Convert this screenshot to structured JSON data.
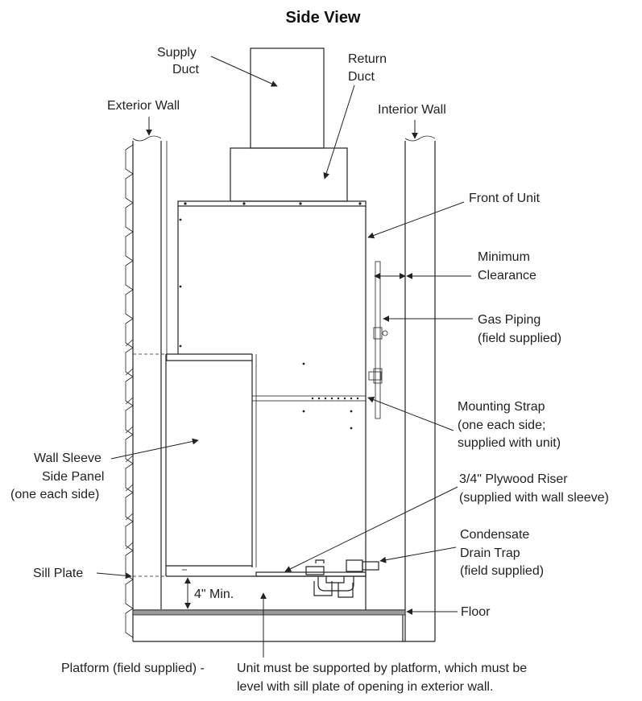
{
  "title": "Side View",
  "labels": {
    "supply_duct_1": "Supply",
    "supply_duct_2": "Duct",
    "return_duct_1": "Return",
    "return_duct_2": "Duct",
    "exterior_wall": "Exterior Wall",
    "interior_wall": "Interior Wall",
    "front_of_unit": "Front of Unit",
    "min_clearance_1": "Minimum",
    "min_clearance_2": "Clearance",
    "gas_piping_1": "Gas Piping",
    "gas_piping_2": "(field supplied)",
    "mounting_strap_1": "Mounting Strap",
    "mounting_strap_2": "(one each side;",
    "mounting_strap_3": "supplied with unit)",
    "wall_sleeve_1": "Wall Sleeve",
    "wall_sleeve_2": "Side Panel",
    "wall_sleeve_3": "(one each side)",
    "plywood_riser_1": "3/4\" Plywood Riser",
    "plywood_riser_2": "(supplied with wall sleeve)",
    "condensate_1": "Condensate",
    "condensate_2": "Drain Trap",
    "condensate_3": "(field supplied)",
    "sill_plate": "Sill Plate",
    "four_min": "4\" Min.",
    "floor": "Floor",
    "platform": "Platform (field supplied) -",
    "note_1": "Unit must be supported by platform, which must be",
    "note_2": "level with sill plate of opening in exterior wall."
  }
}
